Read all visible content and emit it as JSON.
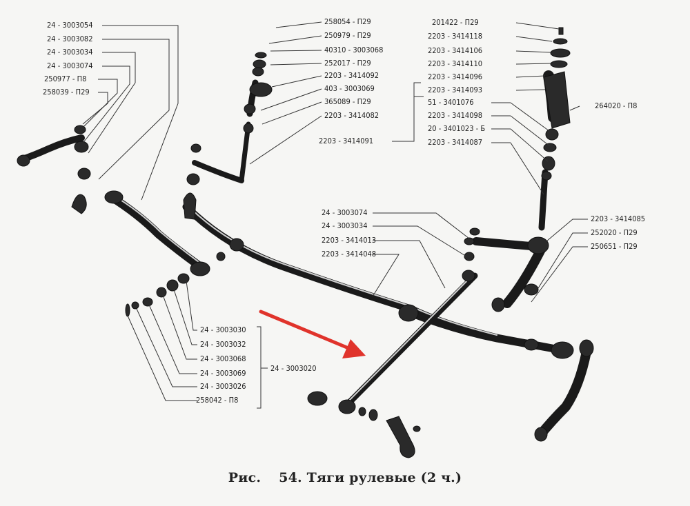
{
  "caption": {
    "prefix": "Рис.",
    "text": "54. Тяги рулевые (2 ч.)"
  },
  "labels": {
    "a1": "24 - 3003054",
    "a2": "24 - 3003082",
    "a3": "24 - 3003034",
    "a4": "24 - 3003074",
    "a5": "250977 - П8",
    "a6": "258039 - П29",
    "b1": "258054 - П29",
    "b2": "250979 - П29",
    "b3": "40310 - 3003068",
    "b4": "252017 - П29",
    "b5": "2203 - 3414092",
    "b6": "403 - 3003069",
    "b7": "365089 - П29",
    "b8": "2203 - 3414082",
    "b9": "2203 - 3414091",
    "c1": "201422 - П29",
    "c2": "2203 - 3414118",
    "c3": "2203 - 3414106",
    "c4": "2203 - 3414110",
    "c5": "2203 - 3414096",
    "c6": "2203 - 3414093",
    "c7": "51 - 3401076",
    "c8": "2203 - 3414098",
    "c9": "20 - 3401023 - Б",
    "c10": "2203 - 3414087",
    "c11": "264020 - П8",
    "d1": "24 - 3003074",
    "d2": "24 - 3003034",
    "d3": "2203 - 3414013",
    "d4": "2203 - 3414048",
    "e1": "2203 - 3414085",
    "e2": "252020 - П29",
    "e3": "250651 - П29",
    "f1": "24 - 3003030",
    "f2": "24 - 3003032",
    "f3": "24 - 3003068",
    "f4": "24 - 3003069",
    "f5": "24 - 3003026",
    "f6": "258042 - П8",
    "f7": "24 - 3003020"
  },
  "colors": {
    "arrow": "#e0332b",
    "ink": "#1a1a1a",
    "paper": "#f6f6f4"
  }
}
